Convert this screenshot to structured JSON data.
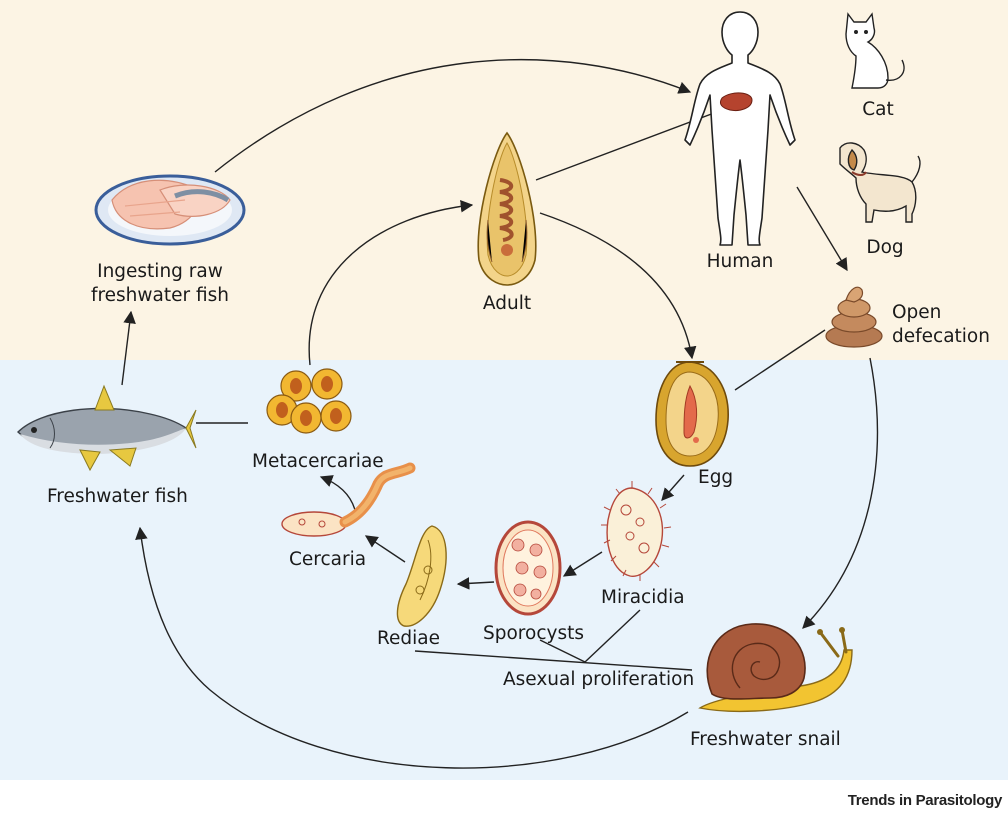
{
  "colors": {
    "land_bg": "#fcf4e4",
    "water_bg": "#e9f3fb",
    "stroke": "#222222",
    "fluke_fill": "#f3d48a",
    "cyst_fill": "#f2b731",
    "cyst_core": "#d2691e",
    "snail_shell": "#a85a3c",
    "snail_body": "#f2c431"
  },
  "labels": {
    "ingesting": [
      "Ingesting raw",
      "freshwater fish"
    ],
    "adult": "Adult",
    "human": "Human",
    "cat": "Cat",
    "dog": "Dog",
    "defecation": [
      "Open",
      "defecation"
    ],
    "egg": "Egg",
    "miracidia": "Miracidia",
    "sporocysts": "Sporocysts",
    "rediae": "Rediae",
    "cercaria": "Cercaria",
    "metacercariae": "Metacercariae",
    "freshwater_fish": "Freshwater fish",
    "asexual": "Asexual proliferation",
    "snail": "Freshwater snail"
  },
  "credit": "Trends in Parasitology",
  "icons": [
    "raw-fish-plate-icon",
    "adult-fluke-icon",
    "human-silhouette-icon",
    "liver-icon",
    "cat-icon",
    "dog-icon",
    "feces-icon",
    "egg-icon",
    "miracidium-icon",
    "sporocyst-icon",
    "redia-icon",
    "cercaria-icon",
    "metacercariae-icon",
    "fish-icon",
    "snail-icon"
  ]
}
